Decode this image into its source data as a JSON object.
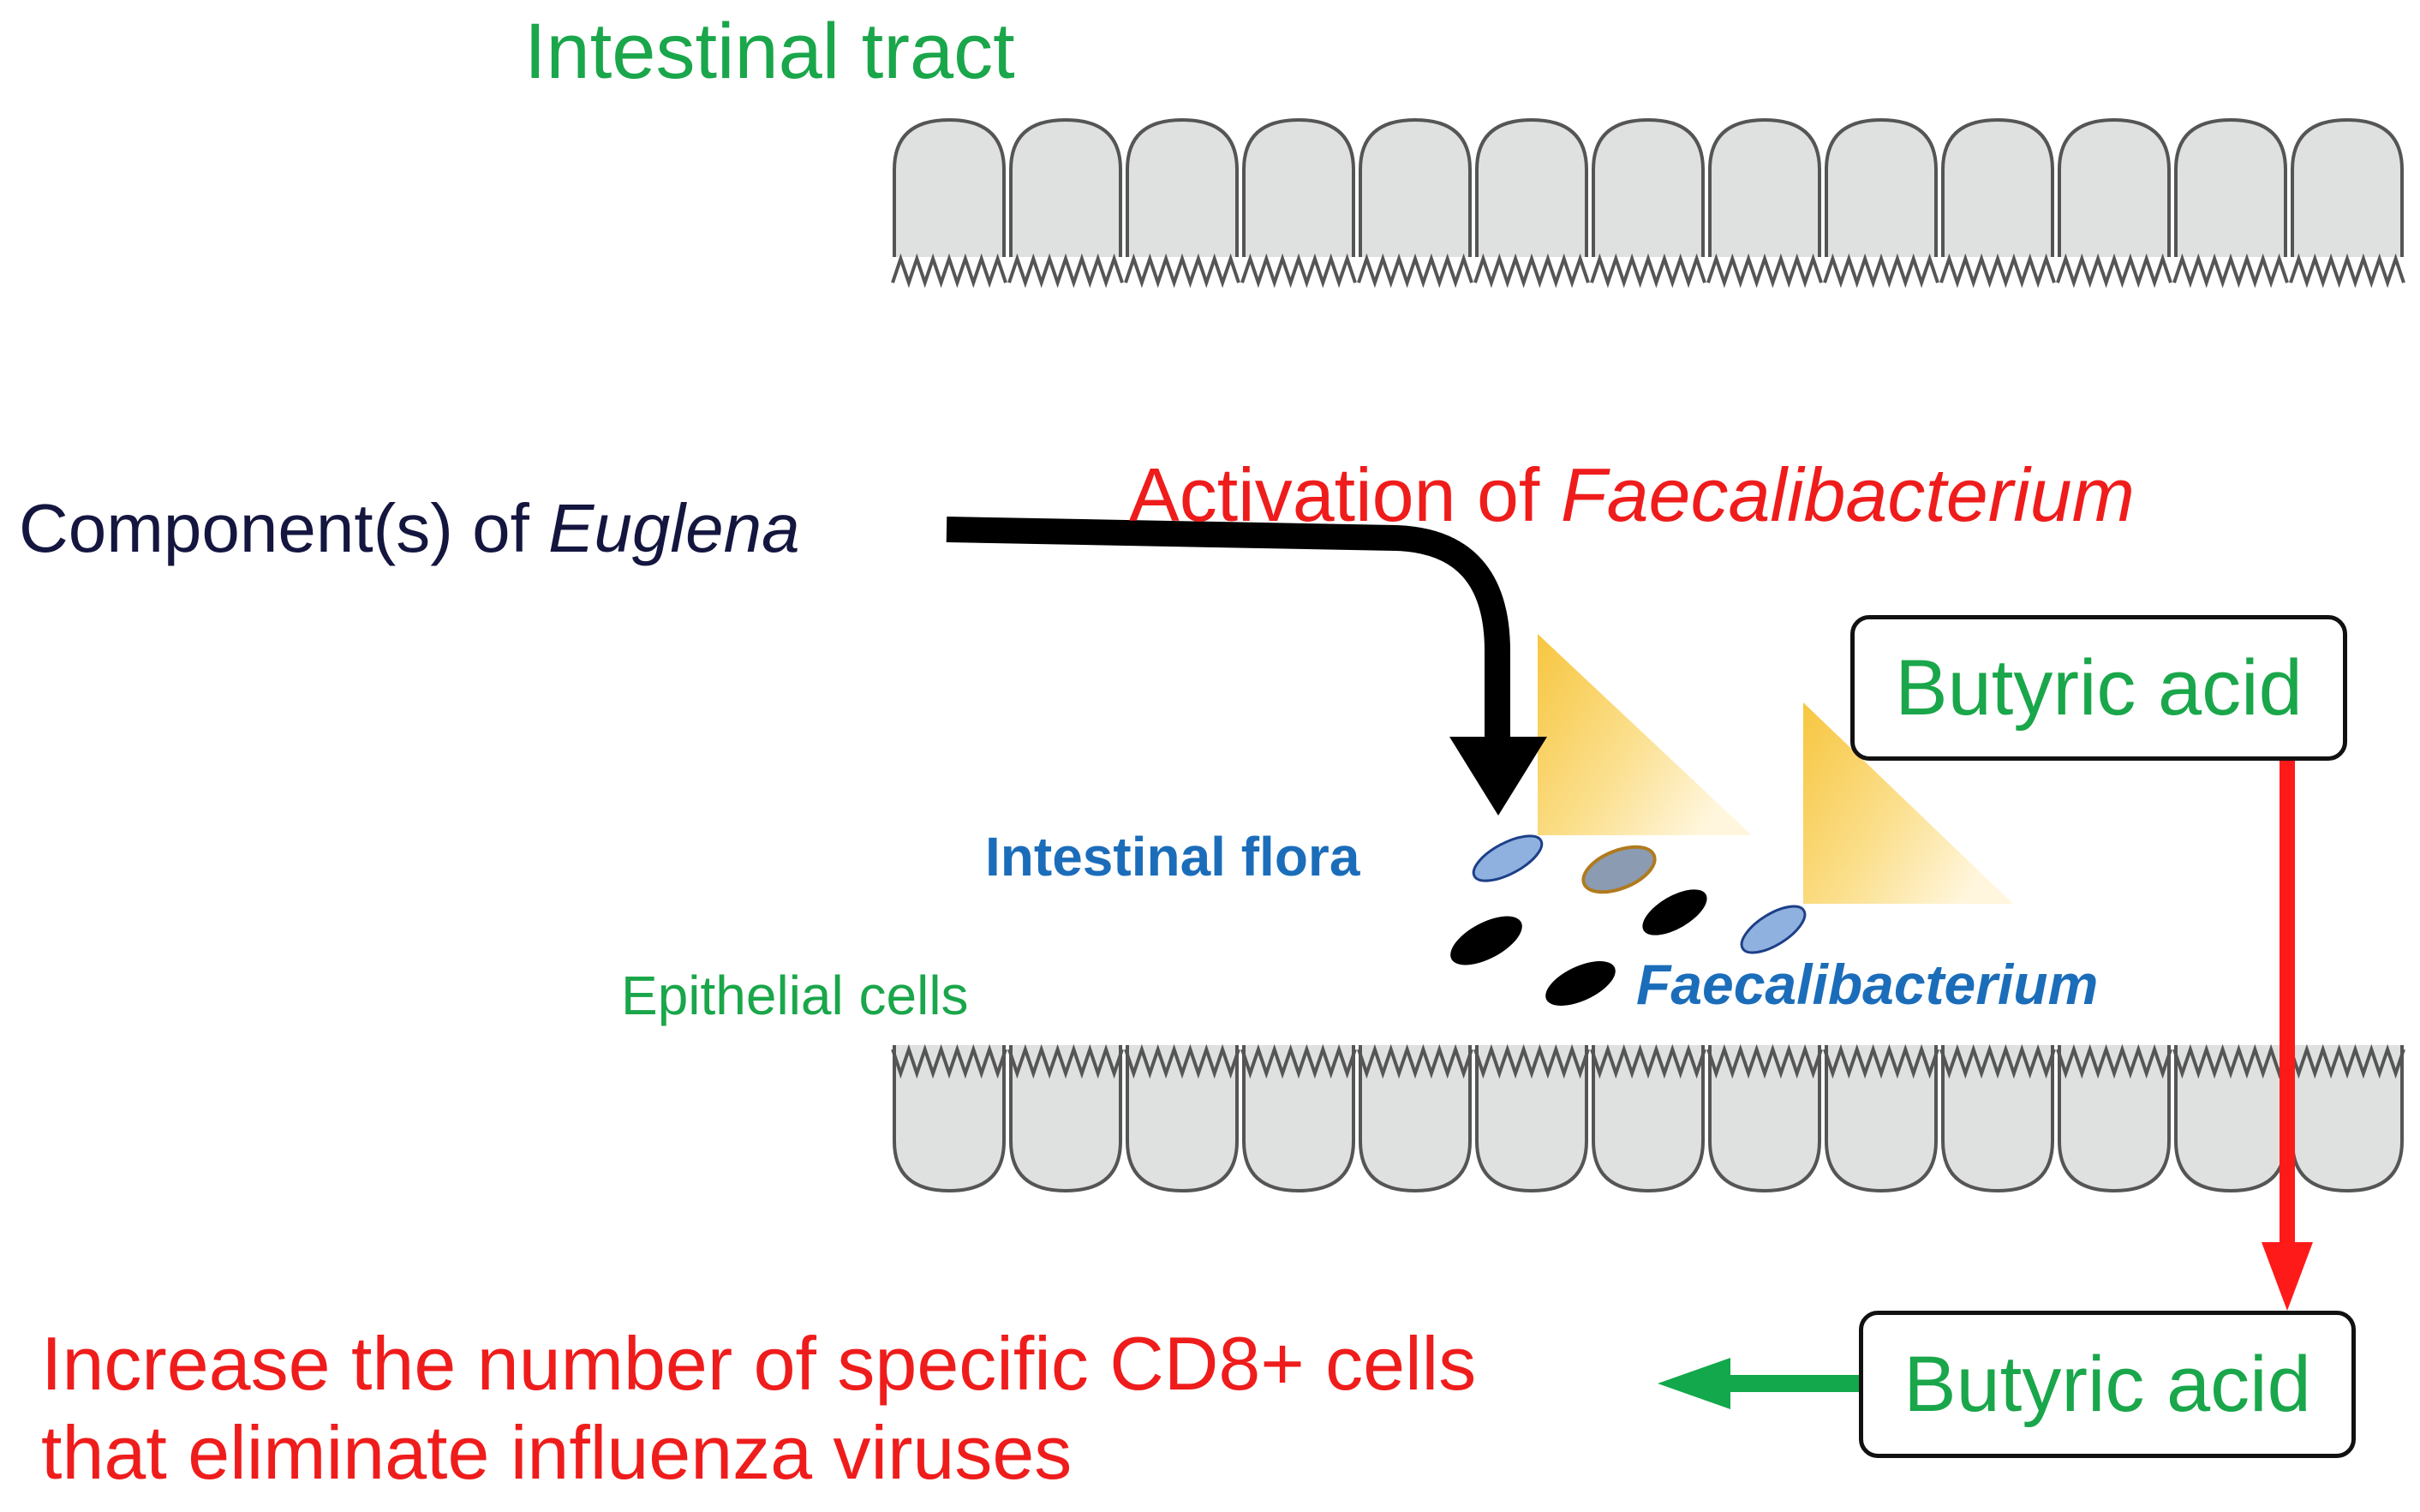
{
  "title": "Intestinal tract",
  "euglena": {
    "prefix": "Component(s) of ",
    "italic": "Euglena"
  },
  "activation": {
    "prefix": "Activation of ",
    "italic": "Faecalibacterium"
  },
  "flora_label": "Intestinal flora",
  "faecali_label": "Faecalibacterium",
  "epithelial_label": "Epithelial cells",
  "box_top": "Butyric acid",
  "box_bottom": "Butyric acid",
  "outcome": {
    "line1": "Increase the number of specific CD8+ cells",
    "line2": "that eliminate influenza viruses"
  },
  "colors": {
    "green": "#1aa64a",
    "red": "#ef1c1c",
    "blue": "#1b6dba",
    "navy": "#14163f",
    "cell_fill": "#dfe1e0",
    "cell_stroke": "#555555",
    "arrow_green": "#12a84b",
    "arrow_red": "#ff1a1a"
  }
}
